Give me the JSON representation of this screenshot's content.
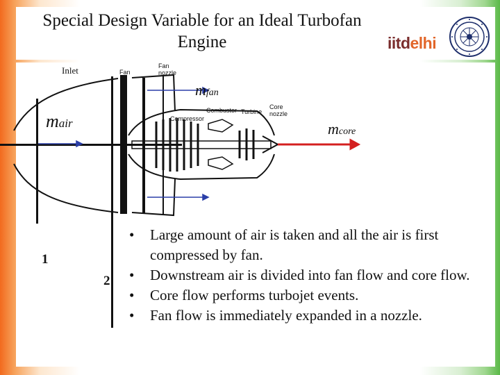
{
  "slide": {
    "title": "Special Design Variable for an Ideal Turbofan Engine",
    "logo_part1": "iitd",
    "logo_part2": "elhi"
  },
  "diagram": {
    "inlet_label": "Inlet",
    "fan_label": "Fan",
    "fan_nozzle_label": "Fan nozzle",
    "compressor_label": "Compressor",
    "combustor_label": "Combustor",
    "turbine_label": "Turbine",
    "core_nozzle_label": "Core nozzle",
    "m_air": "m",
    "m_air_sub": "air",
    "m_fan": "m",
    "m_fan_sub": "fan",
    "m_core": "m",
    "m_core_sub": "core",
    "station_1": "1",
    "station_2": "2"
  },
  "bullets": [
    "Large amount of air is taken and all the air is first compressed by fan.",
    "Downstream air is divided into fan flow and core flow.",
    "Core flow performs turbojet events.",
    "Fan flow is immediately expanded in a nozzle."
  ],
  "colors": {
    "accent_left": "#f26a1e",
    "accent_right": "#5ab947",
    "arrow_blue": "#2a3fa8",
    "arrow_red": "#d42020"
  }
}
